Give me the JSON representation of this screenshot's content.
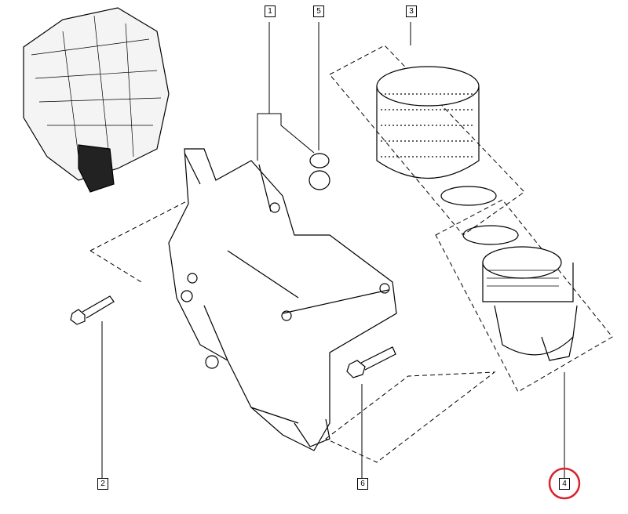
{
  "labels": {
    "p1": "1",
    "p2": "2",
    "p3": "3",
    "p4": "4",
    "p5": "5",
    "p6": "6"
  },
  "highlight_color": "#d8242c",
  "highlighted_part": "4"
}
